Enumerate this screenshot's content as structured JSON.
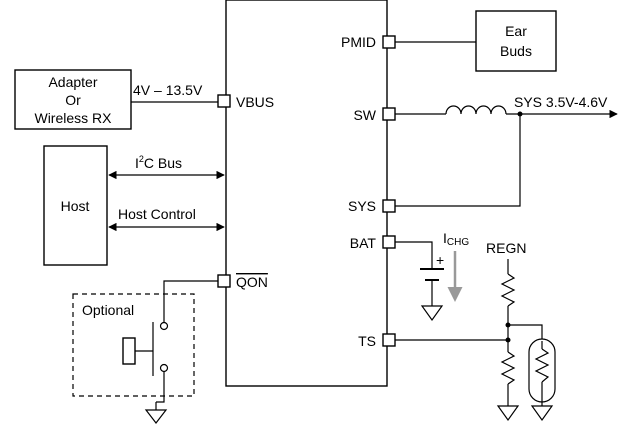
{
  "adapter": {
    "line1": "Adapter",
    "line2": "Or",
    "line3": "Wireless RX"
  },
  "host": {
    "label": "Host"
  },
  "earbuds": {
    "line1": "Ear",
    "line2": "Buds"
  },
  "optional": {
    "label": "Optional"
  },
  "pins": {
    "pmid": "PMID",
    "vbus": "VBUS",
    "sw": "SW",
    "sys": "SYS",
    "bat": "BAT",
    "qon": "QON",
    "ts": "TS"
  },
  "signals": {
    "vbus_range": "4V – 13.5V",
    "i2c_prefix": "I",
    "i2c_sup": "2",
    "i2c_suffix": "C Bus",
    "host_control": "Host Control",
    "sys_range": "SYS 3.5V-4.6V",
    "ichg_main": "I",
    "ichg_sub": "CHG",
    "regn": "REGN",
    "battery_plus": "+"
  }
}
